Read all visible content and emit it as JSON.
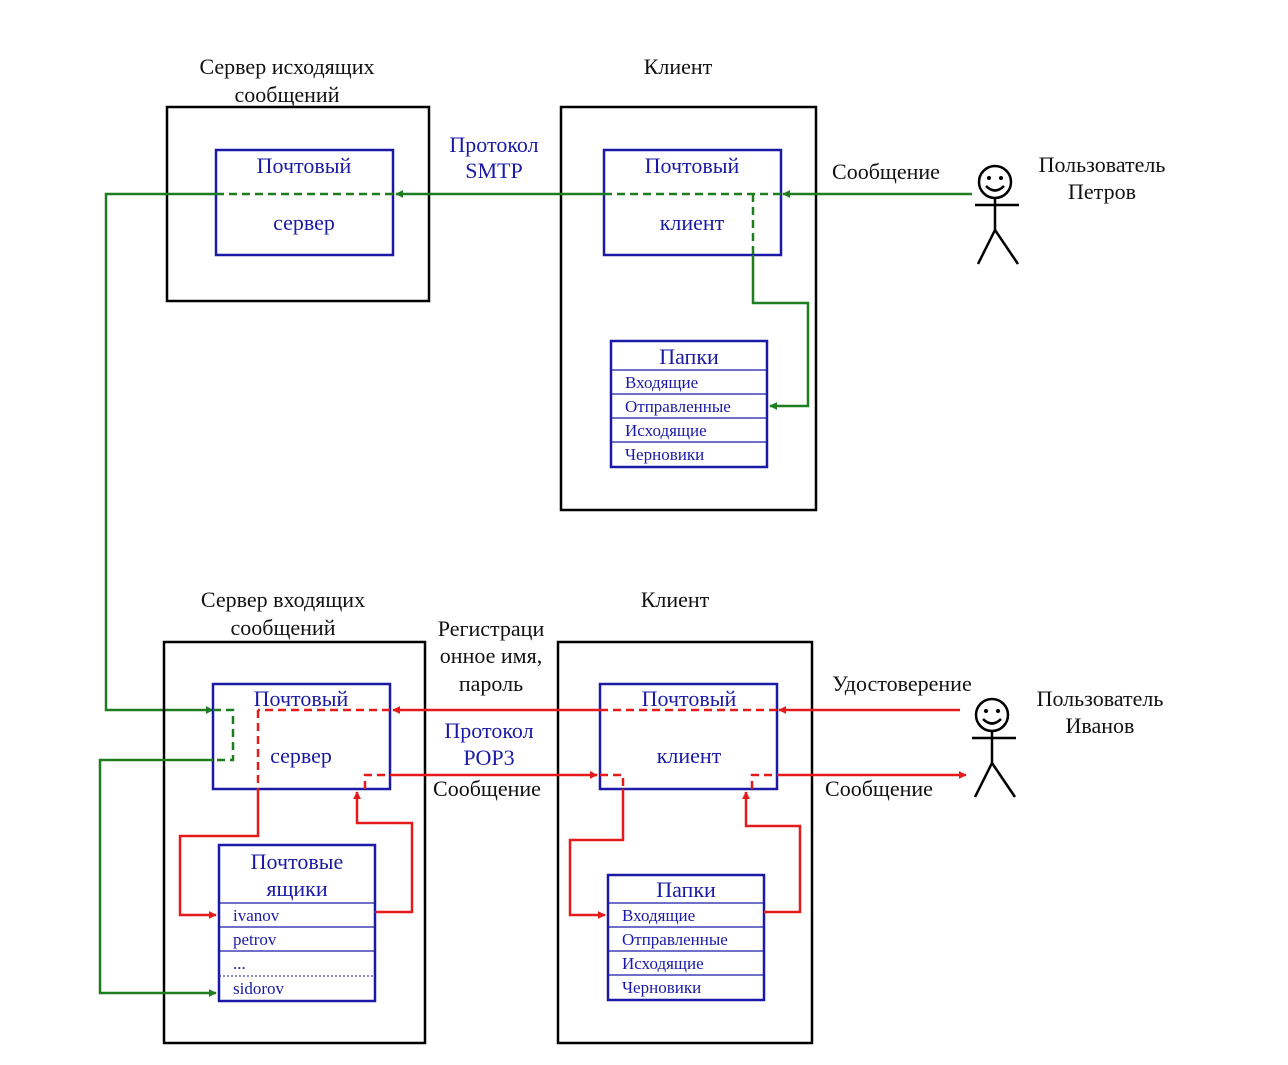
{
  "top": {
    "outgoing_server_title_line1": "Сервер исходящих",
    "outgoing_server_title_line2": "сообщений",
    "client_title": "Клиент",
    "mail_server_line1": "Почтовый",
    "mail_server_line2": "сервер",
    "protocol_line1": "Протокол",
    "protocol_line2": "SMTP",
    "mail_client_line1": "Почтовый",
    "mail_client_line2": "клиент",
    "message_label": "Сообщение",
    "user_line1": "Пользователь",
    "user_line2": "Петров",
    "folders_header": "Папки",
    "folders": [
      "Входящие",
      "Отправленные",
      "Исходящие",
      "Черновики"
    ]
  },
  "bottom": {
    "incoming_server_title_line1": "Сервер входящих",
    "incoming_server_title_line2": "сообщений",
    "client_title": "Клиент",
    "registration_line1": "Регистраци",
    "registration_line2": "онное имя,",
    "registration_line3": "пароль",
    "mail_server_line1": "Почтовый",
    "mail_server_line2": "сервер",
    "protocol_line1": "Протокол",
    "protocol_line2": "POP3",
    "message_left": "Сообщение",
    "mail_client_line1": "Почтовый",
    "mail_client_line2": "клиент",
    "credential_label": "Удостоверение",
    "message_right": "Сообщение",
    "user_line1": "Пользователь",
    "user_line2": "Иванов",
    "mailboxes_header_line1": "Почтовые",
    "mailboxes_header_line2": "ящики",
    "mailboxes": [
      "ivanov",
      "petrov",
      "...",
      "sidorov"
    ],
    "folders_header": "Папки",
    "folders": [
      "Входящие",
      "Отправленные",
      "Исходящие",
      "Черновики"
    ]
  },
  "colors": {
    "outgoing_flow": "#1e7d1e",
    "incoming_flow": "#e51a1a",
    "component_blue": "#1a1aa6",
    "container_black": "#000000"
  }
}
